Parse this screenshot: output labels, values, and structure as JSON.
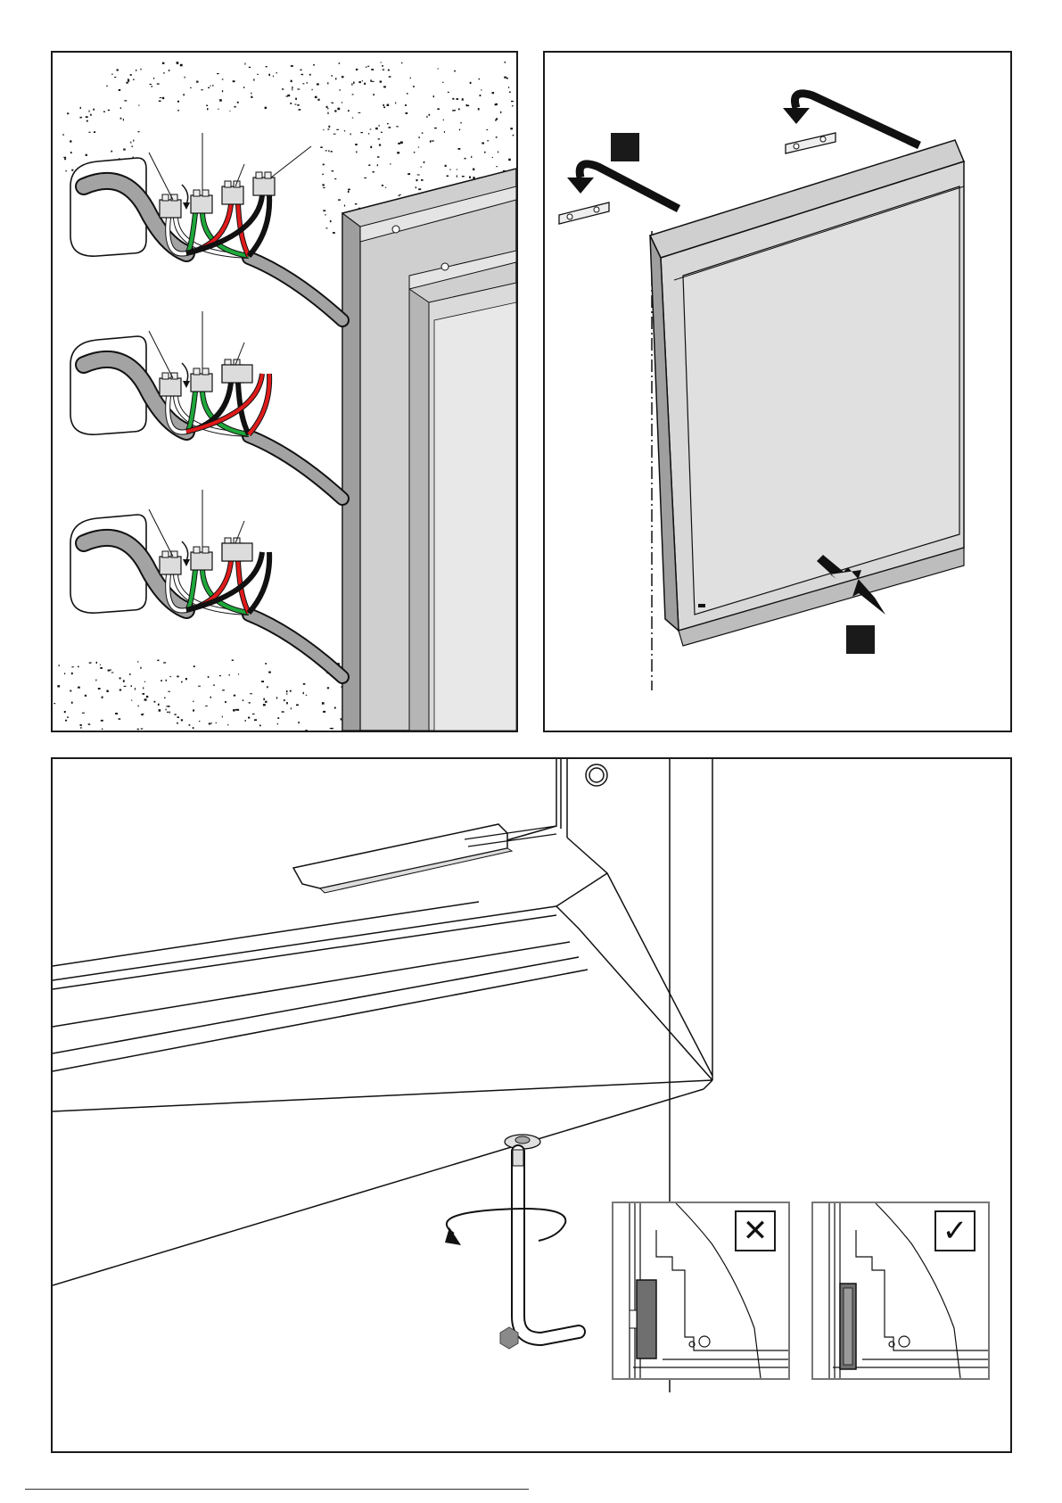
{
  "colors": {
    "wall_speckle": "#111111",
    "cable_grey": "#a3a3a3",
    "wire_green": "#1fa83a",
    "wire_red": "#e01b1b",
    "wire_black": "#111111",
    "cabinet_fill": "#d6d6d6",
    "cabinet_side": "#a9a9a9",
    "step_marker": "#1a1a1a",
    "hex_badge": "#8a8a8a"
  },
  "icons": {
    "rotation_arrow": "curved-arrow-icon",
    "push_arrow": "arrow-icon",
    "allen_key": "allen-key-icon",
    "hex_size": "hexagon-icon",
    "wrong_mark": "cross-mark-icon",
    "correct_mark": "check-mark-icon"
  },
  "check_marks": {
    "wrong": "✕",
    "correct": "✓"
  },
  "wiring_variants": [
    {
      "wires": [
        "white",
        "green",
        "red",
        "black"
      ]
    },
    {
      "wires": [
        "white",
        "green",
        "black",
        "red"
      ]
    },
    {
      "wires": [
        "white",
        "green",
        "red",
        "black"
      ]
    }
  ]
}
